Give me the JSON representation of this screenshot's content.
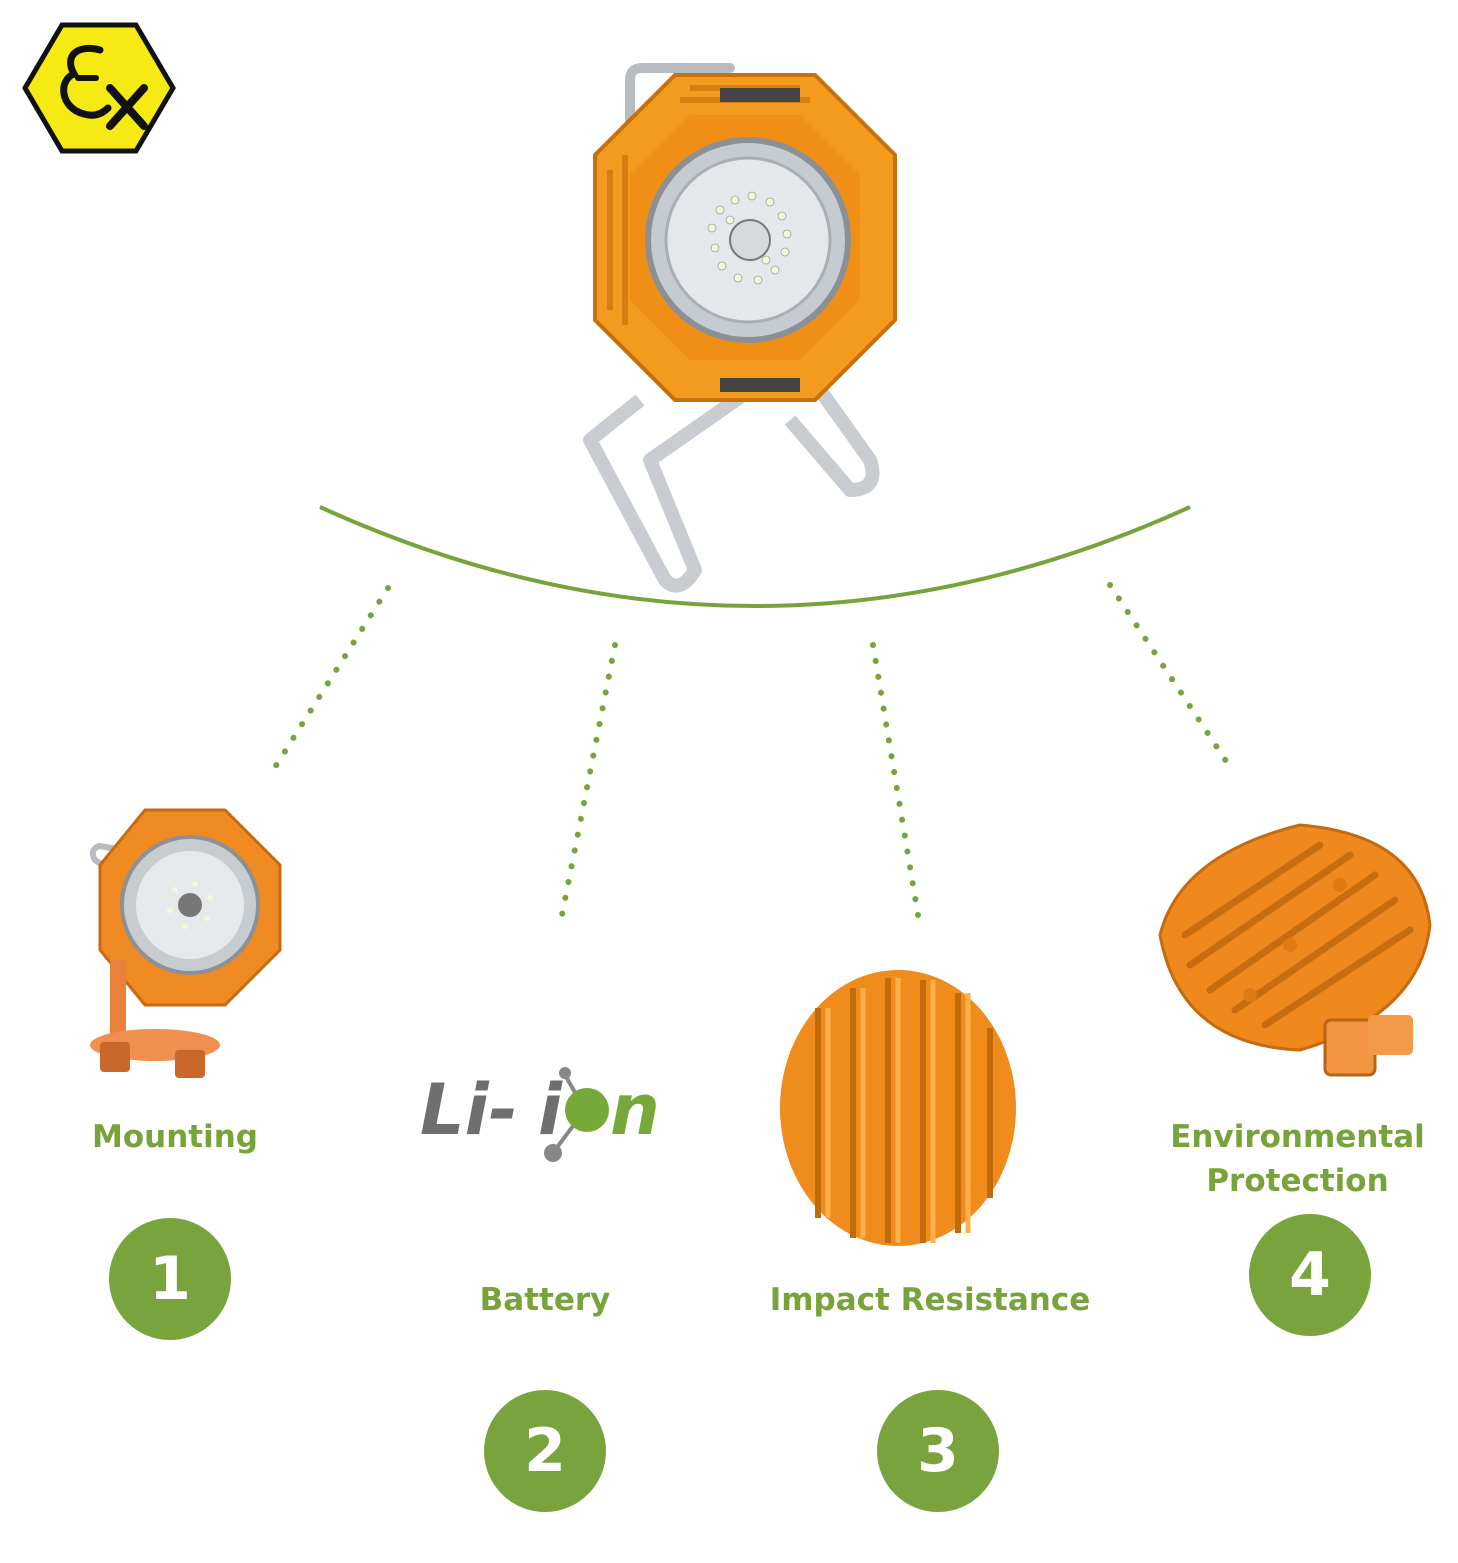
{
  "logo": {
    "text": "Ex",
    "color": "#f5ea14",
    "icon": "atex-ex-hexagon-icon"
  },
  "hero": {
    "icon": "portable-floodlight-image"
  },
  "accent_color": "#77a33a",
  "badge_color": "#79a33d",
  "battery_logo": {
    "part1": "Li-",
    "part2": "i",
    "part3": "n",
    "icon": "li-ion-logo"
  },
  "features": [
    {
      "number": "1",
      "label": "Mounting",
      "icon": "mounting-bracket-image"
    },
    {
      "number": "2",
      "label": "Battery",
      "icon": "li-ion-logo"
    },
    {
      "number": "3",
      "label": "Impact Resistance",
      "icon": "heatsink-closeup-image"
    },
    {
      "number": "4",
      "label_line1": "Environmental",
      "label_line2": "Protection",
      "icon": "sealed-housing-image"
    }
  ]
}
